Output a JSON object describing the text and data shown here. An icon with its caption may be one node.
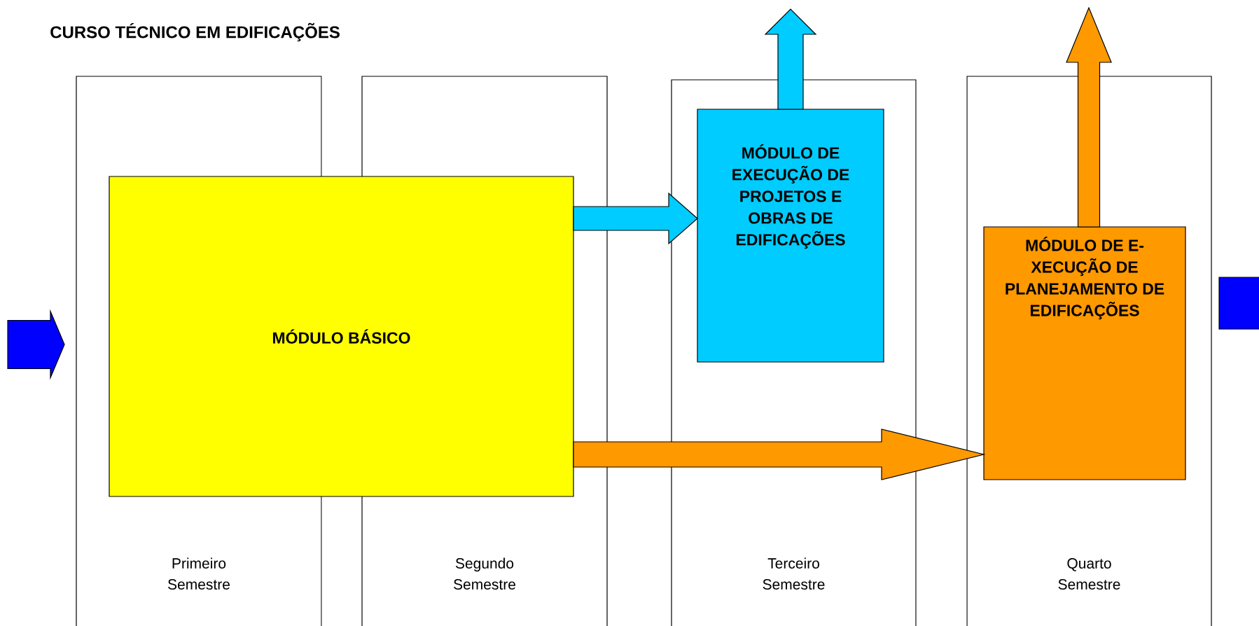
{
  "diagram": {
    "title": "CURSO TÉCNICO EM EDIFICAÇÕES",
    "nodes": [
      {
        "text": [
          "Primeiro Semestre"
        ]
      },
      {
        "text": [
          "Segundo Semestre"
        ]
      },
      {
        "text": [
          "Terceiro Semestre"
        ]
      },
      {
        "text": [
          "Quarto Semestre"
        ]
      },
      {
        "text": [
          "MÓDULO BÁSICO"
        ]
      },
      {
        "text": [
          "MÓDULO DE EXECUÇÃO DE PROJETOS E OBRAS DE EDIFICAÇÕES"
        ],
        "in": 2
      },
      {
        "text": [
          "MÓDULO DE E- XECUÇÃO DE PLANEJAMENTO DE EDIFICAÇÕES"
        ],
        "in": 3
      }
    ],
    "edges": [
      {
        "from": null,
        "to": 0,
        "arrow": "to",
        "color": "#0000ff"
      },
      {
        "from": 4,
        "to": 5,
        "arrow": "to",
        "color": "#00ccff"
      },
      {
        "from": 4,
        "to": 6,
        "arrow": "to",
        "color": "#ff9900"
      },
      {
        "from": 5,
        "to": null,
        "arrow": "to",
        "color": "#00ccff"
      },
      {
        "from": 6,
        "to": null,
        "arrow": "to",
        "color": "#ff9900"
      },
      {
        "from": 3,
        "to": null,
        "arrow": "to",
        "color": "#0000ff"
      }
    ]
  }
}
